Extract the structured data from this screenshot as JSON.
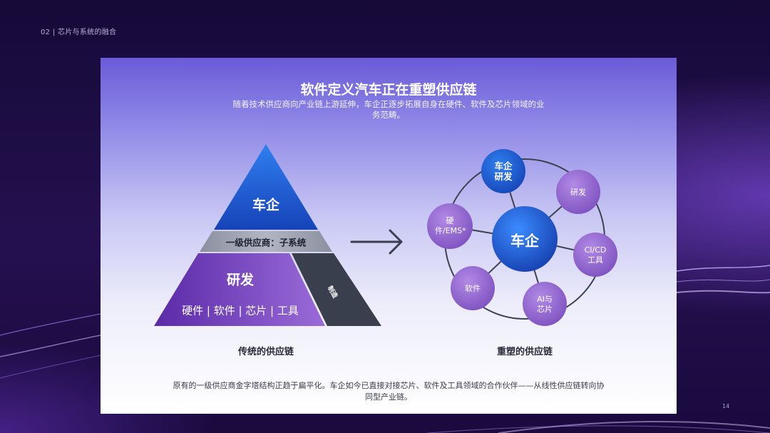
{
  "header": {
    "section_label": "02 | 芯片与系统的融合"
  },
  "page_number": "14",
  "slide": {
    "title": "软件定义汽车正在重塑供应链",
    "subtitle": "随着技术供应商向产业链上游延伸，车企正逐步拓展自身在硬件、软件及芯片领域的业务范畴。",
    "footnote": "原有的一级供应商金字塔结构正趋于扁平化。车企如今已直接对接芯片、软件及工具领域的合作伙伴——从线性供应链转向协同型产业链。"
  },
  "pyramid": {
    "top": "车企",
    "middle": "一级供应商：子系统",
    "bottom_main": "研发",
    "bottom_sub": "硬件 | 软件 | 芯片 | 工具",
    "side": "制造",
    "caption": "传统的供应链"
  },
  "network": {
    "center": "车企",
    "nodes": [
      {
        "id": "oem-rd",
        "label": "车企研发"
      },
      {
        "id": "rd",
        "label": "研发"
      },
      {
        "id": "cicd",
        "label": "CI/CD工具"
      },
      {
        "id": "ai",
        "label": "AI与芯片"
      },
      {
        "id": "software",
        "label": "软件"
      },
      {
        "id": "hardware",
        "label": "硬件/EMS*"
      }
    ],
    "caption": "重塑的供应链"
  },
  "colors": {
    "blue_primary": "#1d4fcf",
    "purple_node": "#8a5fc7",
    "gray_band": "#9aa0ad",
    "dark_band": "#3a3f4d"
  }
}
